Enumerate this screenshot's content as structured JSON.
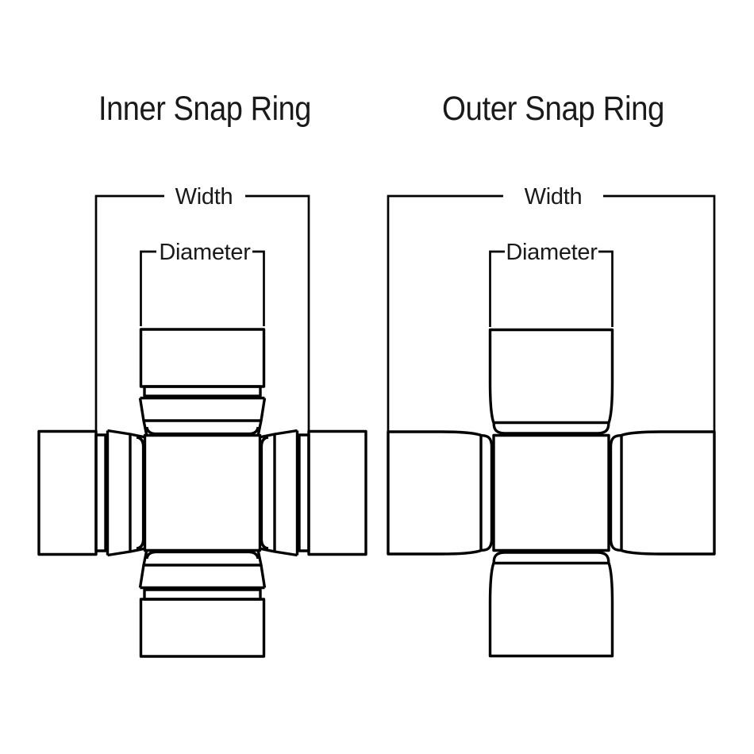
{
  "canvas": {
    "background_color": "#ffffff",
    "line_color": "#000000",
    "label_color": "#1a1a1a"
  },
  "diagrams": {
    "inner": {
      "title": "Inner Snap Ring",
      "labels": {
        "width": "Width",
        "diameter": "Diameter"
      }
    },
    "outer": {
      "title": "Outer Snap Ring",
      "labels": {
        "width": "Width",
        "diameter": "Diameter"
      }
    }
  }
}
